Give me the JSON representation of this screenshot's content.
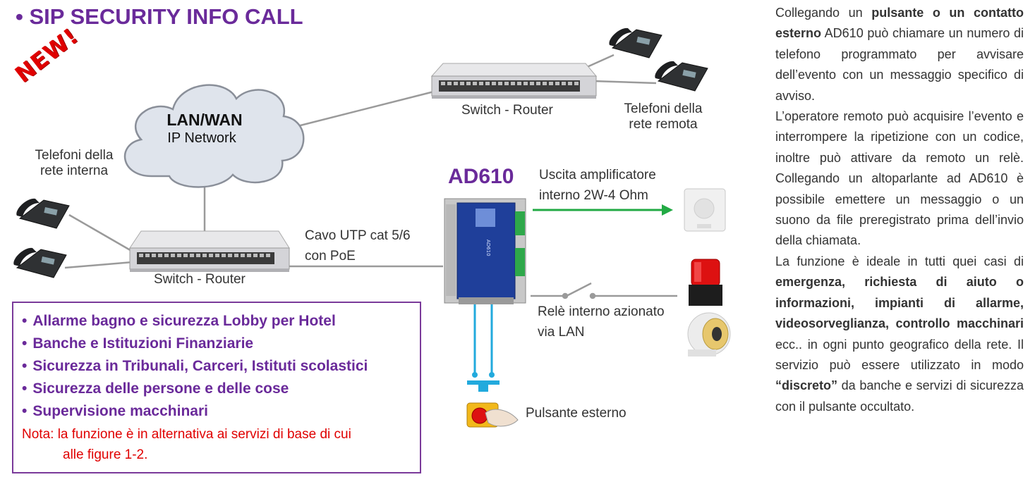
{
  "title": "• SIP SECURITY INFO CALL",
  "new_badge": "NEW!",
  "cloud": {
    "line1": "LAN/WAN",
    "line2": "IP Network"
  },
  "labels": {
    "internal_phones": [
      "Telefoni della",
      "rete interna"
    ],
    "remote_phones": [
      "Telefoni della",
      "rete remota"
    ],
    "switch_router_top": "Switch - Router",
    "switch_router_bottom": "Switch - Router",
    "cable": [
      "Cavo UTP cat 5/6",
      "con PoE"
    ],
    "ad610": "AD610",
    "amplifier_output": [
      "Uscita amplificatore",
      "interno 2W-4 Ohm"
    ],
    "relay": [
      "Relè interno azionato",
      "via LAN"
    ],
    "external_button": "Pulsante esterno"
  },
  "features": [
    "Allarme bagno e sicurezza Lobby per Hotel",
    "Banche e Istituzioni Finanziarie",
    "Sicurezza in Tribunali, Carceri, Istituti scolastici",
    "Sicurezza delle persone e delle cose",
    "Supervisione macchinari"
  ],
  "note": [
    "Nota: la funzione è in alternativa ai servizi di base di cui",
    "alle figure 1-2."
  ],
  "description": {
    "p1_a": "Collegando un ",
    "p1_b": "pulsante o un contatto esterno",
    "p1_c": " AD610 può chiamare un numero di telefono programmato per avvisare dell’evento con un messaggio specifico di avviso.",
    "p2": "L’operatore remoto può acquisire l’evento e interrompere la ripetizione con un codice, inoltre può attivare da remoto un relè. Collegando un altoparlante ad AD610 è possibile emettere un messaggio o un suono da file preregistrato prima dell’invio della chiamata.",
    "p3_a": "La funzione è ideale in tutti quei casi di ",
    "p3_b": "emergenza, richiesta di aiuto o  informazioni, impianti di allarme, videosorveglianza, controllo macchinari",
    "p3_c": " ecc.. in ogni punto geografico della rete.  Il servizio può essere utilizzato in modo ",
    "p3_d": "“discreto”",
    "p3_e": " da banche e servizi di sicurezza con il pulsante occultato."
  },
  "colors": {
    "accent_purple": "#6a2a9a",
    "alert_red": "#e00000",
    "arrow_green": "#22aa44",
    "wire_blue": "#22aadd"
  }
}
